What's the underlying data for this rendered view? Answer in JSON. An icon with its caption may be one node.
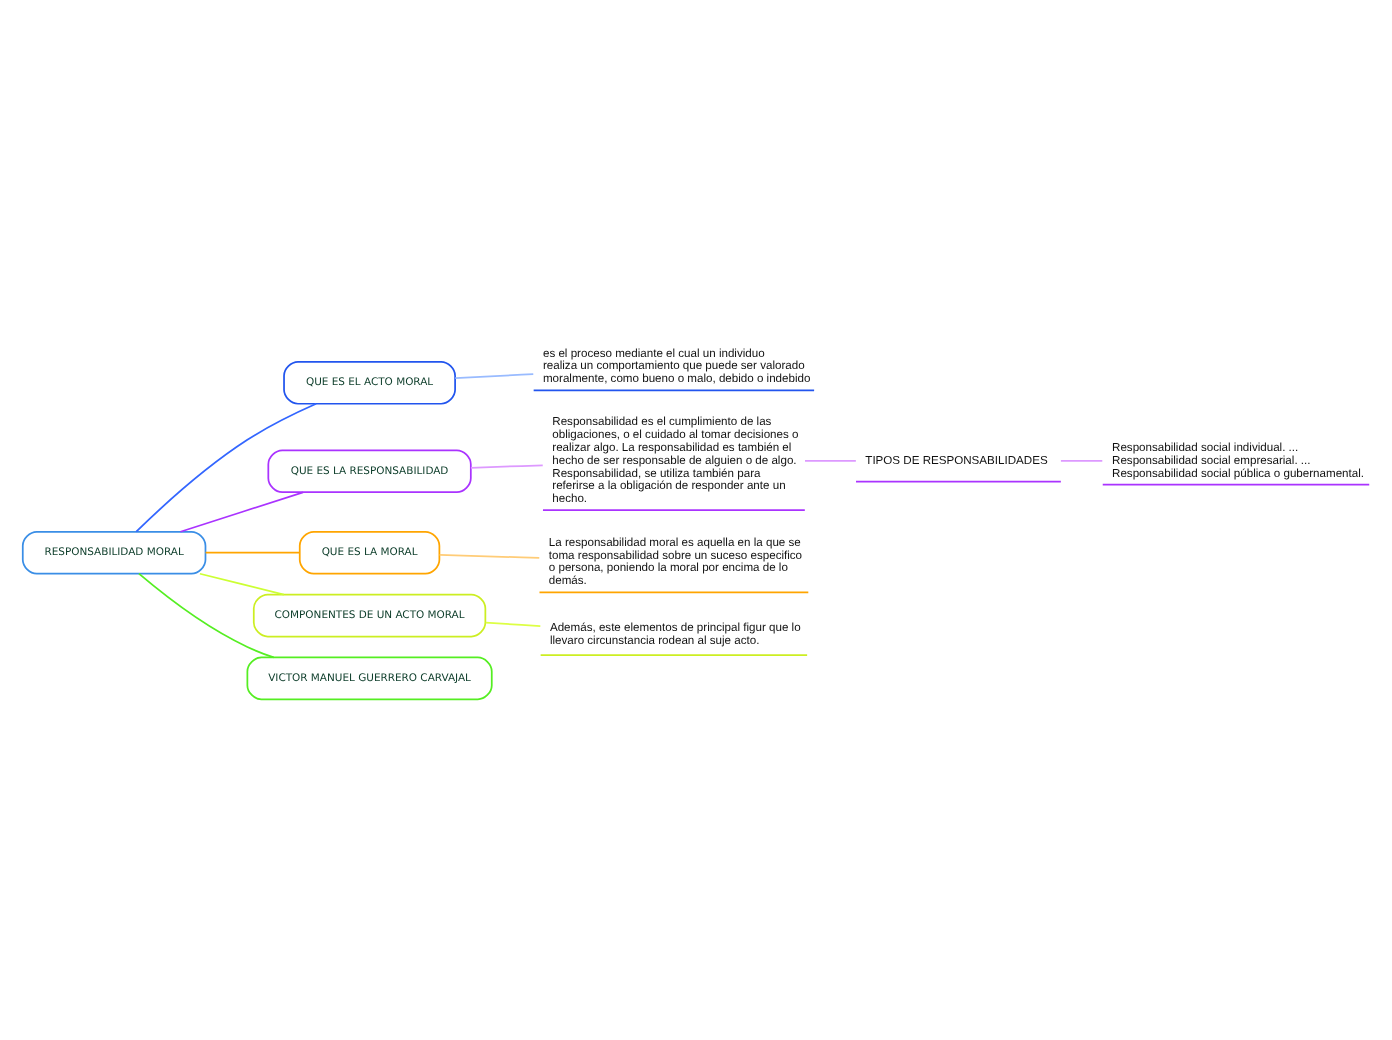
{
  "diagram": {
    "nodes": [
      {
        "text": [
          "RESPONSABILIDAD MORAL"
        ]
      },
      {
        "text": [
          "QUE ES EL ACTO MORAL"
        ]
      },
      {
        "text": [
          "es el proceso mediante el cual un individuo realiza un comportamiento que puede ser valorado moralmente, como bueno o malo, debido o indebido"
        ]
      },
      {
        "text": [
          "QUE ES LA RESPONSABILIDAD"
        ]
      },
      {
        "text": [
          "Responsabilidad es el cumplimiento de las obligaciones, o el cuidado al tomar decisiones o realizar algo. La responsabilidad es también el hecho de ser responsable de alguien o de algo. Responsabilidad, se utiliza también para referirse a la obligación de responder ante un hecho."
        ]
      },
      {
        "text": [
          "TIPOS DE RESPONSABILIDADES"
        ]
      },
      {
        "text": [
          "Responsabilidad social individual. ... Responsabilidad social empresarial. ... Responsabilidad social pública o gubernamental."
        ]
      },
      {
        "text": [
          "QUE ES LA MORAL"
        ]
      },
      {
        "text": [
          "La responsabilidad moral es aquella en la que se toma responsabilidad sobre un suceso especifico o persona, poniendo la moral por encima de lo demás."
        ]
      },
      {
        "text": [
          "COMPONENTES DE UN ACTO MORAL"
        ]
      },
      {
        "text": [
          "Además, este elementos de principal figur que lo llevaro circunstancia rodean al suje acto."
        ]
      },
      {
        "text": [
          "VICTOR MANUEL GUERRERO CARVAJAL"
        ]
      }
    ],
    "edges": [
      {
        "from": 0,
        "to": 1,
        "arrow": "none",
        "color": "#3366ff"
      },
      {
        "from": 1,
        "to": 2,
        "arrow": "none",
        "color": "#99bbff"
      },
      {
        "from": 0,
        "to": 3,
        "arrow": "none",
        "color": "#aa33ff"
      },
      {
        "from": 3,
        "to": 4,
        "arrow": "none",
        "color": "#dd99ff"
      },
      {
        "from": 4,
        "to": 5,
        "arrow": "none",
        "color": "#dd99ff"
      },
      {
        "from": 5,
        "to": 6,
        "arrow": "none",
        "color": "#dd99ff"
      },
      {
        "from": 0,
        "to": 7,
        "arrow": "none",
        "color": "#ffa500"
      },
      {
        "from": 7,
        "to": 8,
        "arrow": "none",
        "color": "#ffcc77"
      },
      {
        "from": 0,
        "to": 9,
        "arrow": "none",
        "color": "#ccff33"
      },
      {
        "from": 9,
        "to": 10,
        "arrow": "none",
        "color": "#ddff44"
      },
      {
        "from": 0,
        "to": 11,
        "arrow": "none",
        "color": "#55ee22"
      }
    ]
  }
}
